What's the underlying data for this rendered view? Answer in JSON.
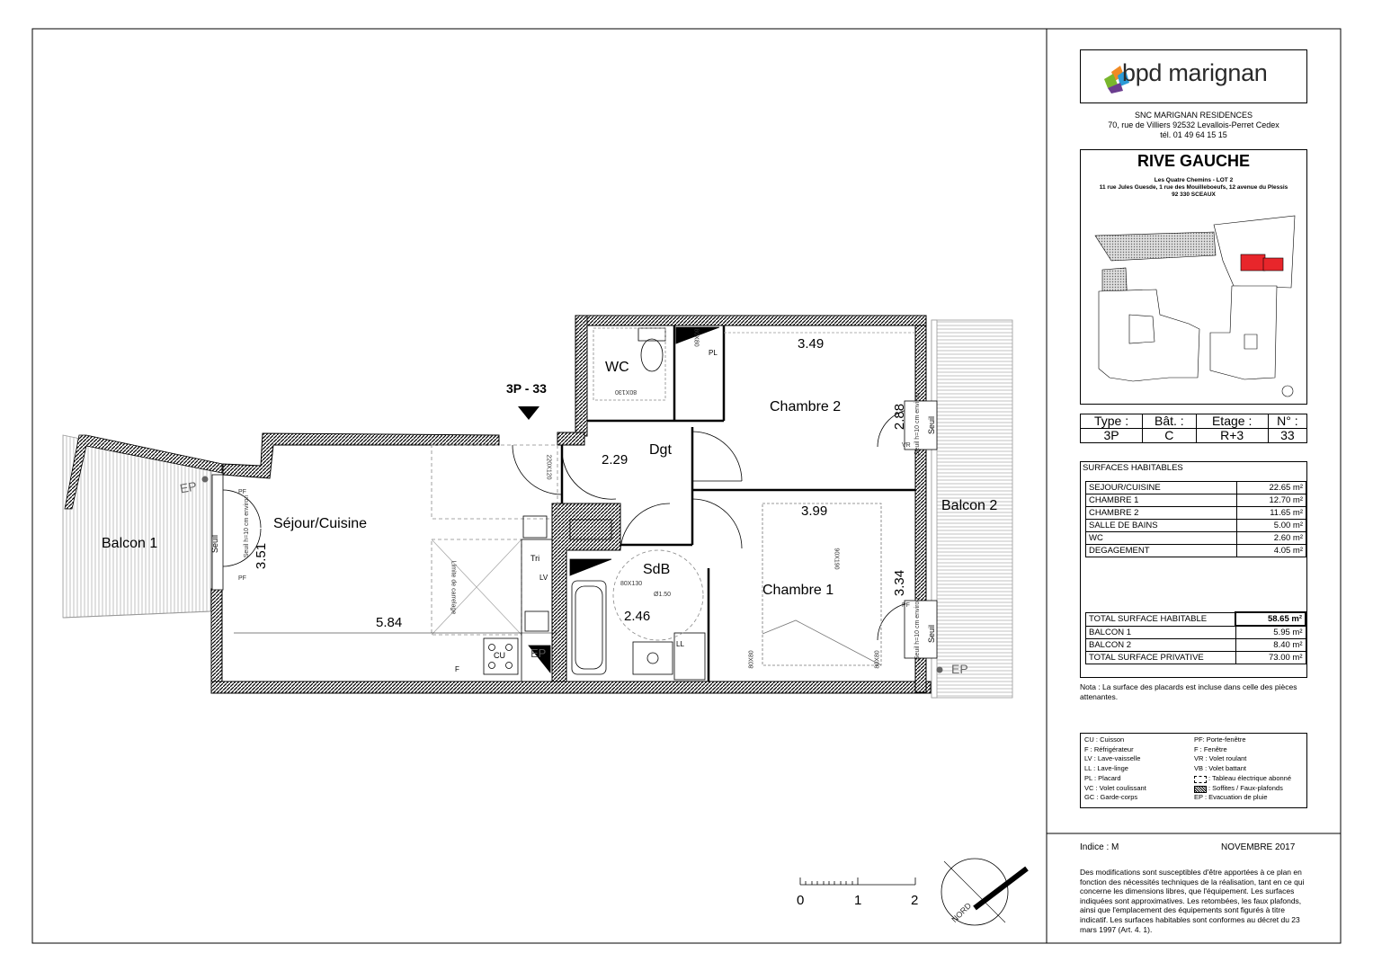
{
  "apartment": {
    "label": "3P - 33"
  },
  "rooms": {
    "balcon1": "Balcon 1",
    "sejour": "Séjour/Cuisine",
    "wc": "WC",
    "dgt": "Dgt",
    "sdb": "SdB",
    "chambre2": "Chambre 2",
    "chambre1": "Chambre 1",
    "balcon2": "Balcon 2"
  },
  "dimensions": {
    "d351": "3.51",
    "d584": "5.84",
    "d229": "2.29",
    "d246": "2.46",
    "d349": "3.49",
    "d288": "2.88",
    "d399": "3.99",
    "d334": "3.34"
  },
  "annotations": {
    "ep": "EP",
    "seuil": "Seuil",
    "pf": "PF",
    "vr": "VR",
    "seuil_note": "Seuil h=10 cm environ",
    "tri": "Tri",
    "lv": "LV",
    "cu": "CU",
    "f": "F",
    "ll": "LL",
    "pl": "PL",
    "limite": "Limite de carrelage",
    "d80x130_wc": "80X130",
    "d220x120": "220X120",
    "d80x130_sdb": "80X130",
    "d150": "Ø1.50",
    "d90x190": "90X190",
    "d80x80a": "80X80",
    "d80x80b": "80X80",
    "d80x80c": "80X80"
  },
  "scale": {
    "labels": [
      "0",
      "1",
      "2"
    ]
  },
  "north": {
    "label": "NORD"
  },
  "company": {
    "logo": "bpd marignan",
    "name": "SNC MARIGNAN RESIDENCES",
    "address": "70, rue de Villiers 92532 Levallois-Perret Cedex",
    "phone": "tél. 01 49 64 15 15"
  },
  "project": {
    "title": "RIVE GAUCHE",
    "line1": "Les Quatre Chemins - LOT 2",
    "line2": "11 rue Jules Guesde, 1 rue des Mouilleboeufs, 12 avenue du Plessis",
    "line3": "92 330 SCEAUX"
  },
  "info": {
    "headers": [
      "Type :",
      "Bât. :",
      "Etage :",
      "N° :"
    ],
    "values": [
      "3P",
      "C",
      "R+3",
      "33"
    ]
  },
  "surfaces": {
    "title": "SURFACES HABITABLES",
    "rows": [
      {
        "label": "SEJOUR/CUISINE",
        "value": "22.65 m²"
      },
      {
        "label": "CHAMBRE 1",
        "value": "12.70 m²"
      },
      {
        "label": "CHAMBRE 2",
        "value": "11.65 m²"
      },
      {
        "label": "SALLE DE BAINS",
        "value": "5.00 m²"
      },
      {
        "label": "WC",
        "value": "2.60 m²"
      },
      {
        "label": "DEGAGEMENT",
        "value": "4.05 m²"
      }
    ],
    "totals": [
      {
        "label": "TOTAL SURFACE HABITABLE",
        "value": "58.65 m²"
      },
      {
        "label": "BALCON 1",
        "value": "5.95 m²"
      },
      {
        "label": "BALCON 2",
        "value": "8.40 m²"
      },
      {
        "label": "TOTAL SURFACE PRIVATIVE",
        "value": "73.00 m²"
      }
    ]
  },
  "nota": "Nota : La surface des placards est incluse dans celle des pièces attenantes.",
  "legend": {
    "left": [
      "CU : Cuisson",
      "F : Réfrigérateur",
      "LV : Lave-vaisselle",
      "LL : Lave-linge",
      "PL : Placard",
      "VC : Volet coulissant",
      "GC : Garde-corps"
    ],
    "right": [
      "PF: Porte-fenêtre",
      "F : Fenêtre",
      "VR : Volet roulant",
      "VB : Volet battant",
      ": Tableau électrique abonné",
      ": Soffites / Faux-plafonds",
      "EP : Evacuation de pluie"
    ]
  },
  "footer": {
    "indice": "Indice : M",
    "date": "NOVEMBRE 2017",
    "disclaimer": "Des modifications sont susceptibles d'être apportées à ce plan en fonction des nécessités techniques de la réalisation, tant en ce qui concerne les dimensions libres, que l'équipement. Les surfaces indiquées sont approximatives. Les retombées, les faux plafonds, ainsi que l'emplacement des équipements sont figurés à titre indicatif. Les surfaces habitables sont conformes au décret du 23 mars 1997 (Art. 4. 1)."
  },
  "colors": {
    "highlight": "#e8262b",
    "logo_orange": "#f08a24",
    "logo_green": "#79b62d",
    "logo_blue": "#2b9ad6",
    "logo_purple": "#6b3d8f"
  }
}
